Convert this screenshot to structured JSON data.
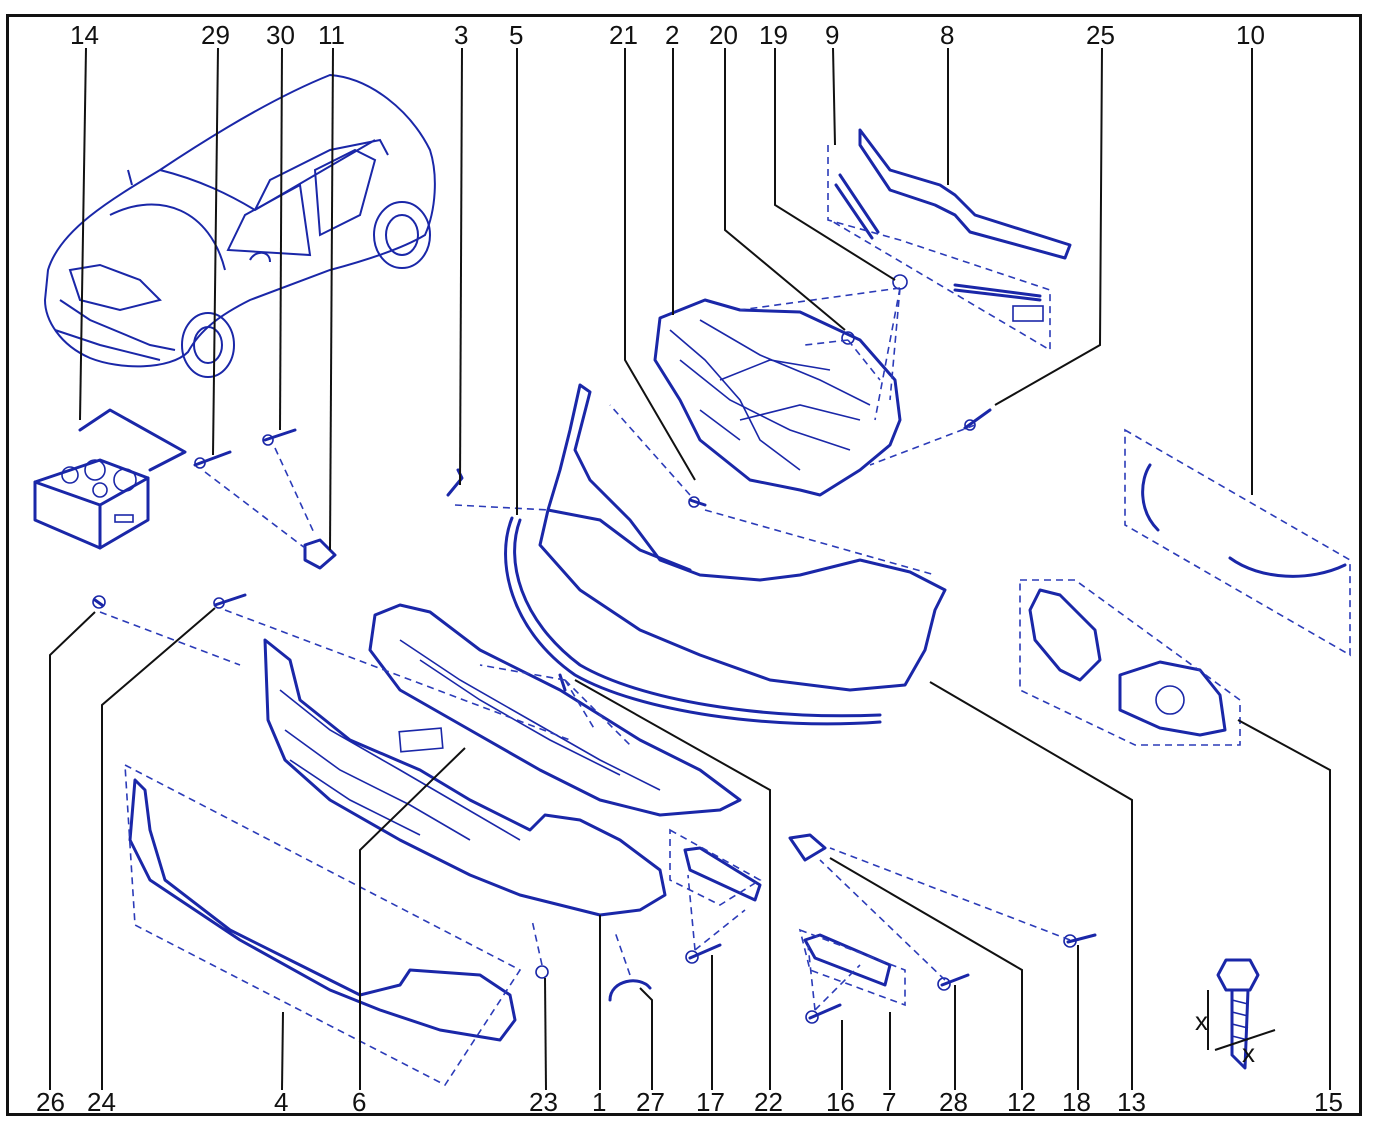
{
  "diagram": {
    "callouts_top": [
      "14",
      "29",
      "30",
      "11",
      "3",
      "5",
      "21",
      "2",
      "20",
      "19",
      "9",
      "8",
      "25",
      "10"
    ],
    "callouts_bottom": [
      "26",
      "24",
      "4",
      "6",
      "23",
      "1",
      "27",
      "17",
      "22",
      "16",
      "7",
      "28",
      "12",
      "18",
      "13",
      "15"
    ],
    "inset_labels": [
      "x",
      "x"
    ]
  },
  "colors": {
    "line": "#1a27a8",
    "frame": "#111111"
  }
}
